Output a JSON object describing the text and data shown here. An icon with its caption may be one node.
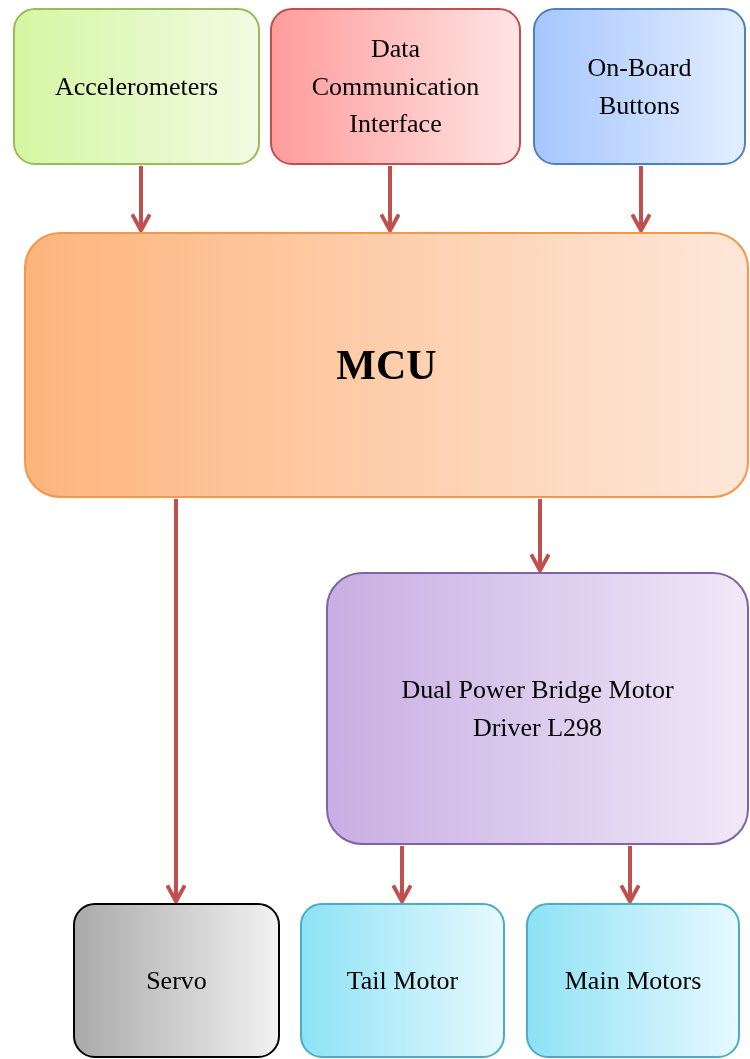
{
  "diagram": {
    "nodes": [
      {
        "text": [
          "Accelerometers"
        ]
      },
      {
        "text": [
          "Data Communication Interface"
        ]
      },
      {
        "text": [
          "On-Board Buttons"
        ]
      },
      {
        "text": [
          "MCU"
        ]
      },
      {
        "text": [
          "Dual Power Bridge Motor Driver L298"
        ]
      },
      {
        "text": [
          "Servo"
        ]
      },
      {
        "text": [
          "Tail Motor"
        ]
      },
      {
        "text": [
          "Main Motors"
        ]
      }
    ],
    "edges": [
      {
        "from": 0,
        "to": 3,
        "arrow": "to"
      },
      {
        "from": 1,
        "to": 3,
        "arrow": "to"
      },
      {
        "from": 2,
        "to": 3,
        "arrow": "to"
      },
      {
        "from": 3,
        "to": 4,
        "arrow": "to"
      },
      {
        "from": 3,
        "to": 5,
        "arrow": "to"
      },
      {
        "from": 4,
        "to": 6,
        "arrow": "to"
      },
      {
        "from": 4,
        "to": 7,
        "arrow": "to"
      }
    ]
  }
}
